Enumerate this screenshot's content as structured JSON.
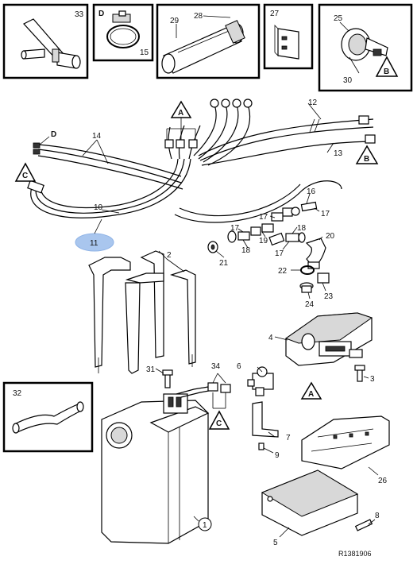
{
  "diagram": {
    "reference": "R1381906",
    "highlight_label": "11",
    "inset_labels": {
      "box_33": "33",
      "box_d": "D",
      "box_d_part": "15",
      "box_29_a": "29",
      "box_29_b": "28",
      "box_27": "27",
      "box_25_a": "25",
      "box_25_b": "30",
      "box_25_tri": "B",
      "box_32": "32"
    },
    "callouts": {
      "p1": "1",
      "p2": "2",
      "p3": "3",
      "p4": "4",
      "p5": "5",
      "p6": "6",
      "p7": "7",
      "p8": "8",
      "p9": "9",
      "p10": "10",
      "p12": "12",
      "p13": "13",
      "p14": "14",
      "p16": "16",
      "p17a": "17",
      "p17b": "17",
      "p17c": "17",
      "p17d": "17",
      "p18a": "18",
      "p18b": "18",
      "p19": "19",
      "p20": "20",
      "p21": "21",
      "p22": "22",
      "p23": "23",
      "p24": "24",
      "p26": "26",
      "p31": "31",
      "p34": "34"
    },
    "markers": {
      "tri_a_top": "A",
      "tri_a_valve": "A",
      "tri_b_right": "B",
      "tri_c_left": "C",
      "tri_c_lower": "C",
      "letter_d": "D"
    }
  }
}
